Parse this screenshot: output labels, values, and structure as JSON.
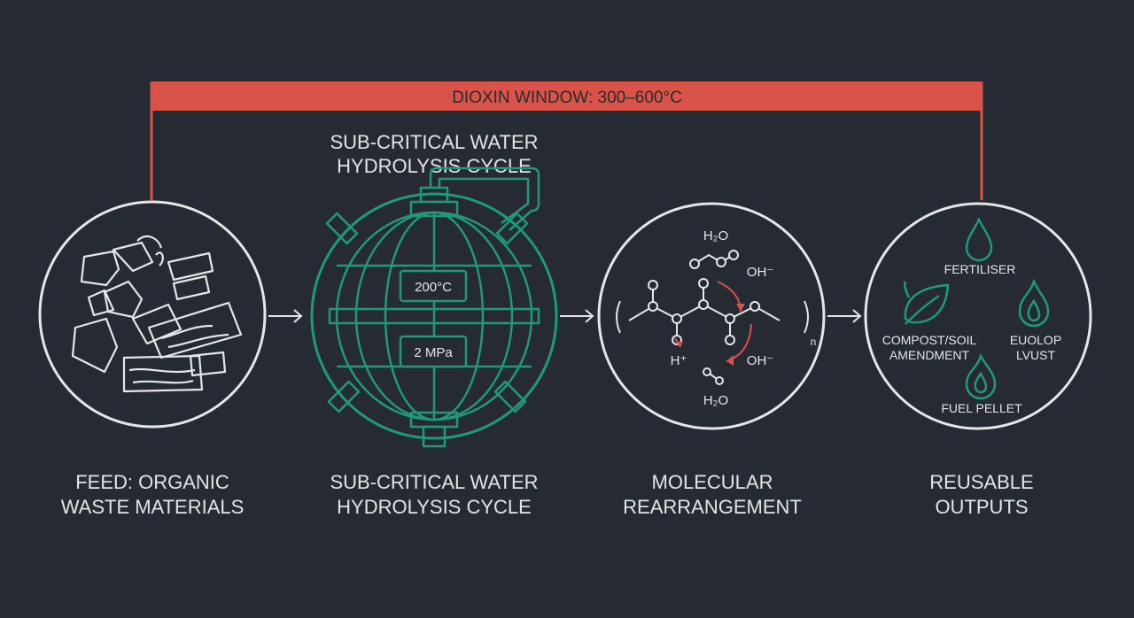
{
  "banner": {
    "label": "DIOXIN WINDOW: 300–600°C"
  },
  "vessel_title": {
    "line1": "SUB-CRITICAL WATER",
    "line2": "HYDROLYSIS CYCLE"
  },
  "vessel": {
    "temperature": "200°C",
    "pressure": "2 MPa"
  },
  "chemistry": {
    "water_top": "H₂O",
    "hydroxide_top": "OH⁻",
    "hydrogen_ion": "H⁺",
    "hydroxide_bottom": "OH⁻",
    "water_bottom": "H₂O",
    "repeat": "n"
  },
  "outputs": {
    "fertiliser": "FERTILISER",
    "compost_line1": "COMPOST/SOIL",
    "compost_line2": "AMENDMENT",
    "fuel_line1": "EUOLOP",
    "fuel_line2": "LVUST",
    "pellet": "FUEL PELLET"
  },
  "steps": [
    {
      "line1": "FEED: ORGANIC",
      "line2": "WASTE MATERIALS"
    },
    {
      "line1": "SUB-CRITICAL WATER",
      "line2": "HYDROLYSIS CYCLE"
    },
    {
      "line1": "MOLECULAR",
      "line2": "REARRANGEMENT"
    },
    {
      "line1": "REUSABLE",
      "line2": "OUTPUTS"
    }
  ],
  "colors": {
    "background": "#262b33",
    "line": "#e6e6e6",
    "accent_red": "#d9534a",
    "vessel_green": "#1f9a77"
  }
}
